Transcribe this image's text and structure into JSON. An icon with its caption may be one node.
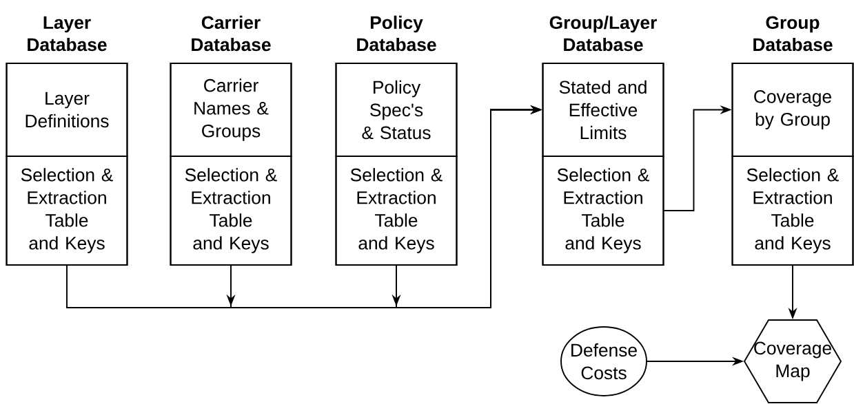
{
  "diagram": {
    "nodes": [
      {
        "text": [
          "Layer Database"
        ]
      },
      {
        "text": [
          "Layer Definitions"
        ],
        "in": 0
      },
      {
        "text": [
          "Selection & Extraction Table and Keys"
        ],
        "in": 0
      },
      {
        "text": [
          "Carrier Database"
        ]
      },
      {
        "text": [
          "Carrier Names & Groups"
        ],
        "in": 3
      },
      {
        "text": [
          "Selection & Extraction Table and Keys"
        ],
        "in": 3
      },
      {
        "text": [
          "Policy Database"
        ]
      },
      {
        "text": [
          "Policy Spec's & Status"
        ],
        "in": 6
      },
      {
        "text": [
          "Selection & Extraction Table and Keys"
        ],
        "in": 6
      },
      {
        "text": [
          "Group/Layer Database"
        ]
      },
      {
        "text": [
          "Stated and Effective Limits"
        ],
        "in": 9
      },
      {
        "text": [
          "Selection & Extraction Table and Keys"
        ],
        "in": 9
      },
      {
        "text": [
          "Group Database"
        ]
      },
      {
        "text": [
          "Coverage by Group"
        ],
        "in": 12
      },
      {
        "text": [
          "Selection & Extraction Table and Keys"
        ],
        "in": 12
      },
      {
        "text": [
          "Defense Costs"
        ]
      },
      {
        "text": [
          "Coverage Map"
        ]
      }
    ],
    "edges": [
      {
        "from": 2,
        "to": 10,
        "arrow": "to"
      },
      {
        "from": 5,
        "to": 10,
        "arrow": "to"
      },
      {
        "from": 8,
        "to": 10,
        "arrow": "to"
      },
      {
        "from": 11,
        "to": 13,
        "arrow": "to"
      },
      {
        "from": 14,
        "to": 16,
        "arrow": "to"
      },
      {
        "from": 15,
        "to": 16,
        "arrow": "to"
      }
    ]
  }
}
